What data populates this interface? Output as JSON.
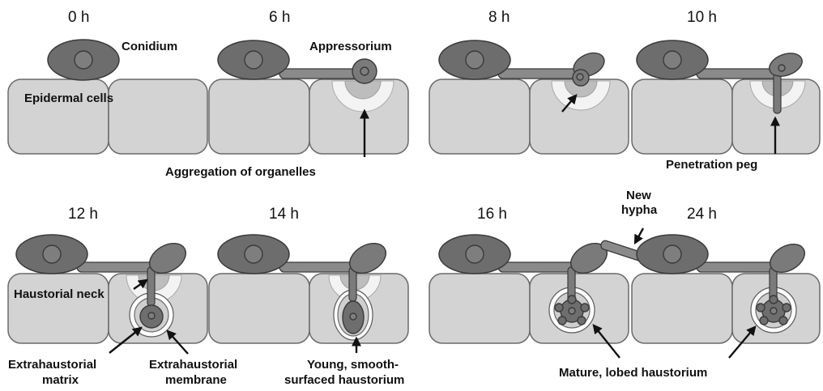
{
  "times": {
    "t0": "0 h",
    "t6": "6 h",
    "t8": "8 h",
    "t10": "10 h",
    "t12": "12 h",
    "t14": "14 h",
    "t16": "16 h",
    "t24": "24 h"
  },
  "labels": {
    "conidium": "Conidium",
    "appressorium": "Appressorium",
    "epidermal_cells": "Epidermal cells",
    "aggregation": "Aggregation of organelles",
    "penetration_peg": "Penetration peg",
    "new_hypha_line1": "New",
    "new_hypha_line2": "hypha",
    "haustorial_neck": "Haustorial neck",
    "extrahaustorial_matrix_line1": "Extrahaustorial",
    "extrahaustorial_matrix_line2": "matrix",
    "extrahaustorial_membrane_line1": "Extrahaustorial",
    "extrahaustorial_membrane_line2": "membrane",
    "young_haustorium_line1": "Young, smooth-",
    "young_haustorium_line2": "surfaced haustorium",
    "mature_haustorium": "Mature, lobed haustorium"
  }
}
